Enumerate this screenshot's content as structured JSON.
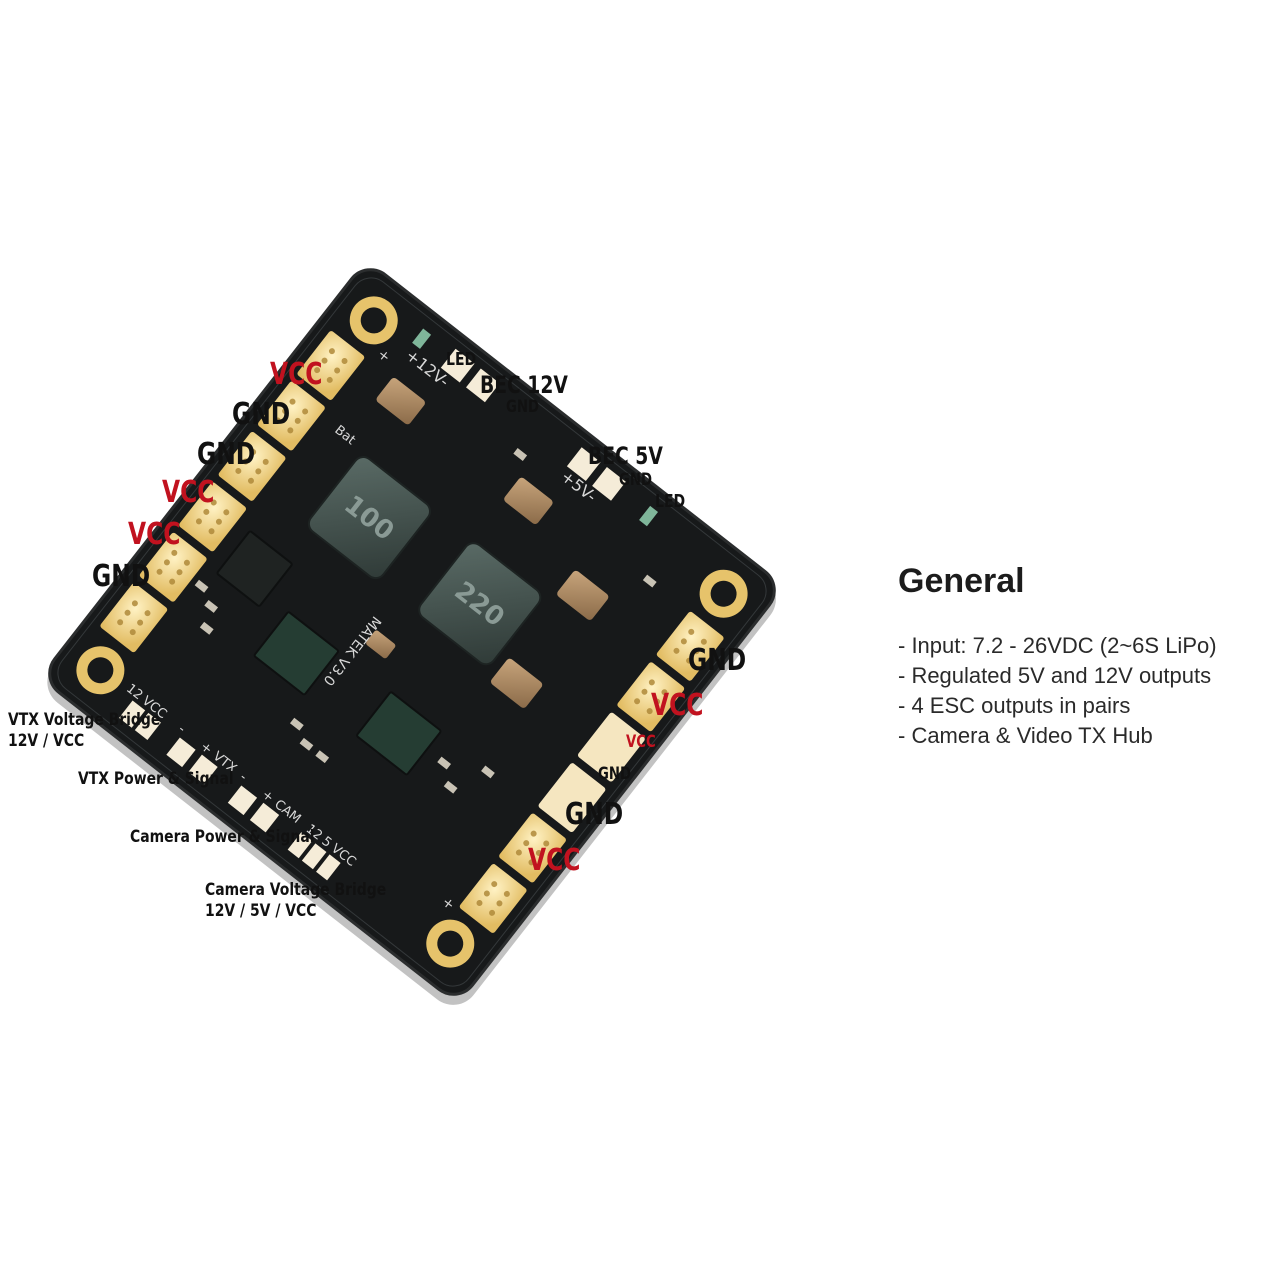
{
  "board_labels": {
    "left": {
      "vcc_1": "VCC",
      "gnd_1": "GND",
      "gnd_2": "GND",
      "vcc_2": "VCC",
      "vcc_3": "VCC",
      "gnd_3": "GND"
    },
    "right": {
      "gnd_1": "GND",
      "vcc_1": "VCC",
      "vcc_small": "VCC",
      "gnd_small": "GND",
      "gnd_2": "GND",
      "vcc_2": "VCC"
    },
    "top": {
      "led_1": "LED",
      "bec12_title": "BEC 12V",
      "bec12_gnd": "GND",
      "bec5_title": "BEC 5V",
      "bec5_gnd": "GND",
      "led_2": "LED"
    }
  },
  "callouts": {
    "vtx_bridge_line1": "VTX Voltage Bridge",
    "vtx_bridge_line2": "12V / VCC",
    "vtx_power": "VTX Power & Signal",
    "cam_power": "Camera Power & Signal",
    "cam_bridge_line1": "Camera Voltage Bridge",
    "cam_bridge_line2": "12V / 5V / VCC"
  },
  "silkscreen": {
    "bat": "Bat",
    "brand": "MATEK V3.0",
    "rail_12v": "+12V-",
    "rail_5v": "+5V-",
    "vtx_12": "12",
    "vtx_vcc": "VCC",
    "vtx_minus": "-",
    "vtx_plus": "+",
    "vtx": "VTX",
    "cam_minus": "-",
    "cam_plus": "+",
    "cam": "CAM",
    "cam_12": "12",
    "cam_5": "5",
    "cam_vcc": "VCC",
    "plus": "+",
    "inductor_1": "100",
    "inductor_2": "220"
  },
  "specs": {
    "title": "General",
    "items": [
      "- Input: 7.2 - 26VDC (2~6S LiPo)",
      "- Regulated 5V and 12V outputs",
      "- 4 ESC outputs in pairs",
      "- Camera & Video TX Hub"
    ]
  },
  "colors": {
    "pcb": "#17191a",
    "gold": "#e8c46e",
    "accent_red": "#c1121f"
  }
}
